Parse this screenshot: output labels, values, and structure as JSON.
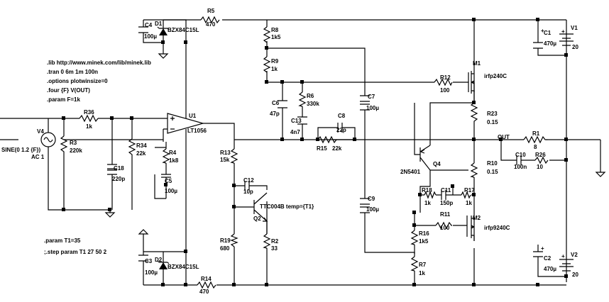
{
  "directives": [
    ".lib http://www.minek.com/lib/minek.lib",
    ".tran 0 6m 1m 100n",
    ".options plotwinsize=0",
    ".four {F} V(OUT)",
    ".param F=1k",
    ".param T1=35",
    ";.step param T1 27 50 2"
  ],
  "labels": {
    "R5": "R5",
    "R5v": "470",
    "R8": "R8",
    "R8v": "1k5",
    "R9": "R9",
    "R9v": "1k",
    "R6": "R6",
    "R6v": "330k",
    "C6": "C6",
    "C6v": "47p",
    "C13": "C13",
    "C13v": "4n7",
    "C8": "C8",
    "C8v": "22p",
    "R15": "R15",
    "R15v": "22k",
    "C7": "C7",
    "C7v": "100µ",
    "R12": "R12",
    "R12v": "100",
    "M1": "M1",
    "M1v": "irfp240C",
    "R23": "R23",
    "R23v": "0.15",
    "R10": "R10",
    "R10v": "0.15",
    "OUT": "OUT",
    "R1": "R1",
    "R1v": "8",
    "C10": "C10",
    "C10v": "100n",
    "R26": "R26",
    "R26v": "10",
    "C1": "C1",
    "C1v": "470µ",
    "V1": "V1",
    "V1v": "20",
    "C2": "C2",
    "C2v": "470µ",
    "V2": "V2",
    "V2v": "20",
    "C4": "C4",
    "C4v": "100µ",
    "D1": "D1",
    "D1v": "BZX84C15L",
    "C3": "C3",
    "C3v": "100µ",
    "D2": "D2",
    "D2v": "BZX84C15L",
    "R14": "R14",
    "R14v": "470",
    "U1": "U1",
    "U1v": "LT1056",
    "R36": "R36",
    "R36v": "1k",
    "V4": "V4",
    "V4v1": "SINE(0 1.2 {F})",
    "V4v2": "AC 1",
    "R3": "R3",
    "R3v": "220k",
    "C18": "C18",
    "C18v": "220p",
    "R34": "R34",
    "R34v": "22k",
    "R4": "R4",
    "R4v": "1k8",
    "C5": "C5",
    "C5v": "100µ",
    "R13": "R13",
    "R13v": "15k",
    "C12": "C12",
    "C12v": "10p",
    "Q2": "Q2",
    "Q2v": "TTC004B temp={T1}",
    "R19": "R19",
    "R19v": "680",
    "R2": "R2",
    "R2v": "33",
    "C9": "C9",
    "C9v": "100µ",
    "Q4": "Q4",
    "Q4v": "2N5401",
    "R18": "R18",
    "R18v": "1k",
    "C11": "C11",
    "C11v": "150p",
    "R17": "R17",
    "R17v": "1k",
    "R11": "R11",
    "R11v": "100",
    "M2": "M2",
    "M2v": "irfp9240C",
    "R16": "R16",
    "R16v": "1k5",
    "R7": "R7",
    "R7v": "1k",
    "plus1": "+",
    "plus2": "+",
    "plus3": "+",
    "plus4": "+"
  }
}
